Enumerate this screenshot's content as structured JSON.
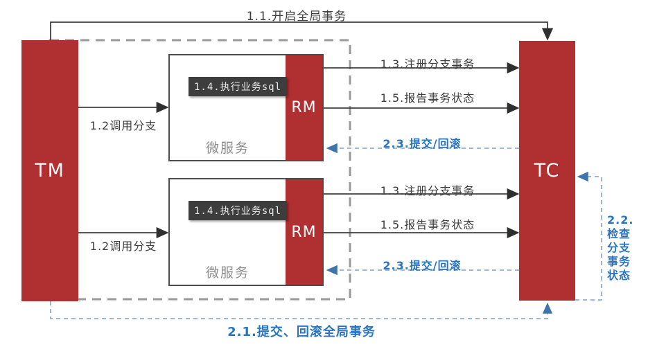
{
  "diagram_title": "Seata distributed transaction flow (TM / TC / RM)",
  "colors": {
    "node_red": "#b02f30",
    "dark_text": "#3d3d3d",
    "blue_accent": "#2874c0",
    "blue_dash": "#7f9fc6",
    "gray_dash": "#9a9a9a",
    "badge_bg": "#3d3d3d",
    "microservice_label_gray": "#8c8c8c"
  },
  "nodes": {
    "tm": {
      "label": "TM"
    },
    "tc": {
      "label": "TC"
    },
    "microservice_1": {
      "label": "微服务",
      "rm": "RM",
      "action_badge": "1.4.执行业务sql"
    },
    "microservice_2": {
      "label": "微服务",
      "rm": "RM",
      "action_badge": "1.4.执行业务sql"
    }
  },
  "edges": {
    "open_global": {
      "label": "1.1.开启全局事务"
    },
    "call_branch_1": {
      "label": "1.2调用分支"
    },
    "call_branch_2": {
      "label": "1.2调用分支"
    },
    "register_branch_1": {
      "label": "1.3.注册分支事务"
    },
    "report_status_1": {
      "label": "1.5.报告事务状态"
    },
    "commit_rollback_1": {
      "label": "2.3.提交/回滚"
    },
    "register_branch_2": {
      "label": "1.3.注册分支事务"
    },
    "report_status_2": {
      "label": "1.5.报告事务状态"
    },
    "commit_rollback_2": {
      "label": "2.3.提交/回滚"
    },
    "global_commit_rollback": {
      "label": "2.1.提交、回滚全局事务"
    },
    "check_branch_status": {
      "label": "2.2.检查分支事务状态",
      "lines": [
        "2.2.",
        "检查",
        "分支",
        "事务",
        "状态"
      ]
    }
  },
  "icons": {
    "cursor": "mouse-pointer"
  }
}
